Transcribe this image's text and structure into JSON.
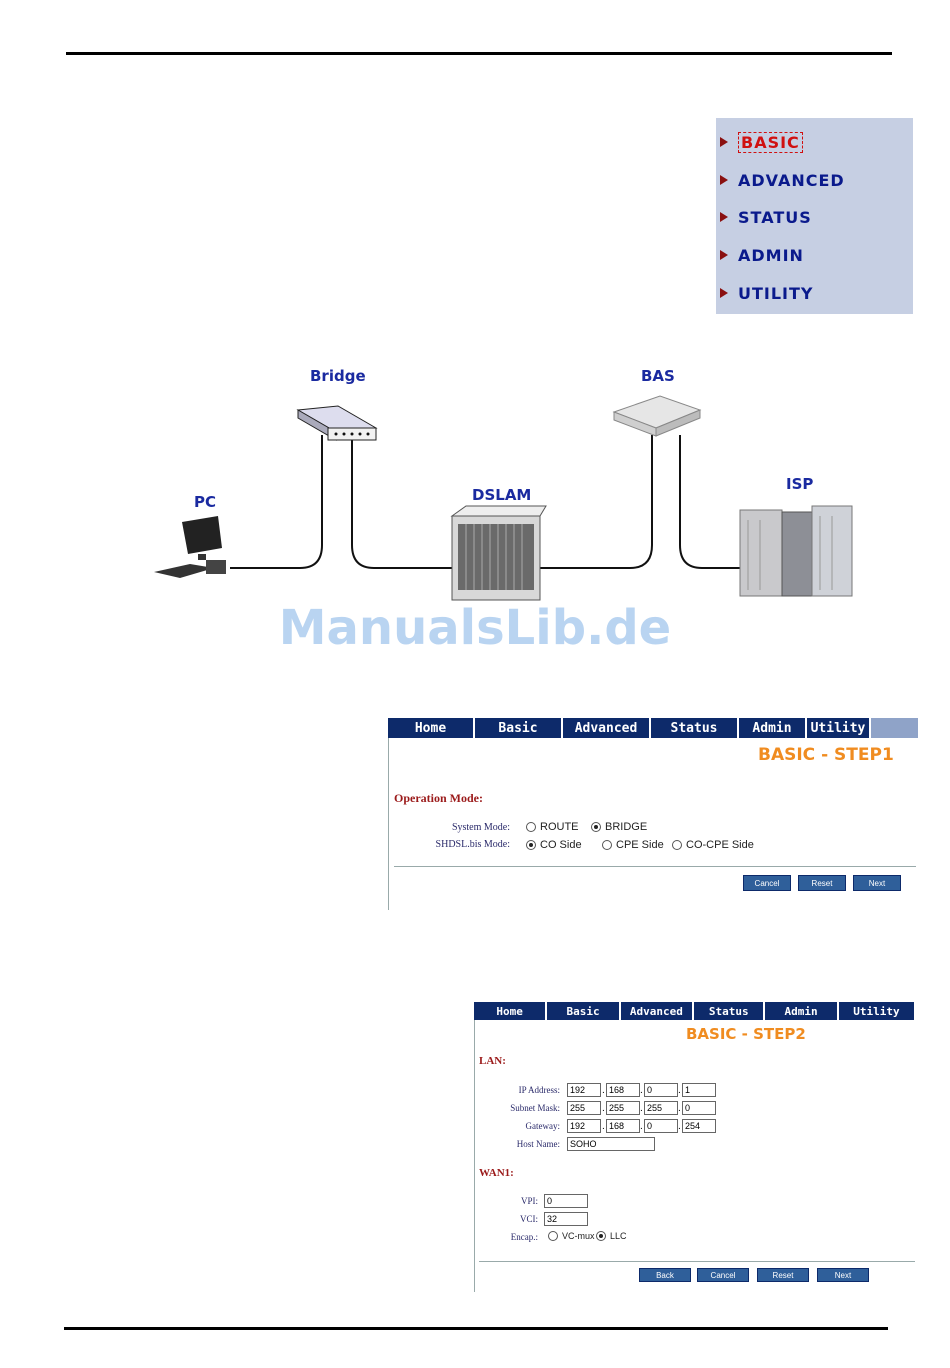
{
  "menu": {
    "items": [
      {
        "label": "BASIC",
        "active": true
      },
      {
        "label": "ADVANCED"
      },
      {
        "label": "STATUS"
      },
      {
        "label": "ADMIN"
      },
      {
        "label": "UTILITY"
      }
    ]
  },
  "diagram": {
    "bridge": "Bridge",
    "bas": "BAS",
    "pc": "PC",
    "dslam": "DSLAM",
    "isp": "ISP"
  },
  "watermark": "ManualsLib.de",
  "nav": [
    "Home",
    "Basic",
    "Advanced",
    "Status",
    "Admin",
    "Utility"
  ],
  "step1": {
    "title": "BASIC - STEP1",
    "section": "Operation Mode:",
    "system_mode_label": "System Mode:",
    "system_mode_options": [
      "ROUTE",
      "BRIDGE"
    ],
    "shdsl_label": "SHDSL.bis Mode:",
    "shdsl_options": [
      "CO Side",
      "CPE Side",
      "CO-CPE Side"
    ],
    "buttons": {
      "cancel": "Cancel",
      "reset": "Reset",
      "next": "Next"
    }
  },
  "step2": {
    "title": "BASIC - STEP2",
    "lan_section": "LAN:",
    "ip_label": "IP Address:",
    "ip": [
      "192",
      "168",
      "0",
      "1"
    ],
    "mask_label": "Subnet Mask:",
    "mask": [
      "255",
      "255",
      "255",
      "0"
    ],
    "gw_label": "Gateway:",
    "gw": [
      "192",
      "168",
      "0",
      "254"
    ],
    "host_label": "Host Name:",
    "host": "SOHO",
    "wan_section": "WAN1:",
    "vpi_label": "VPI:",
    "vpi": "0",
    "vci_label": "VCI:",
    "vci": "32",
    "encap_label": "Encap.:",
    "encap_options": [
      "VC-mux",
      "LLC"
    ],
    "buttons": {
      "back": "Back",
      "cancel": "Cancel",
      "reset": "Reset",
      "next": "Next"
    }
  },
  "colors": {
    "nav": "#0d2a6a",
    "title": "#f08c20",
    "section": "#9b1a1a",
    "menu_bg": "#c6cfe3"
  }
}
